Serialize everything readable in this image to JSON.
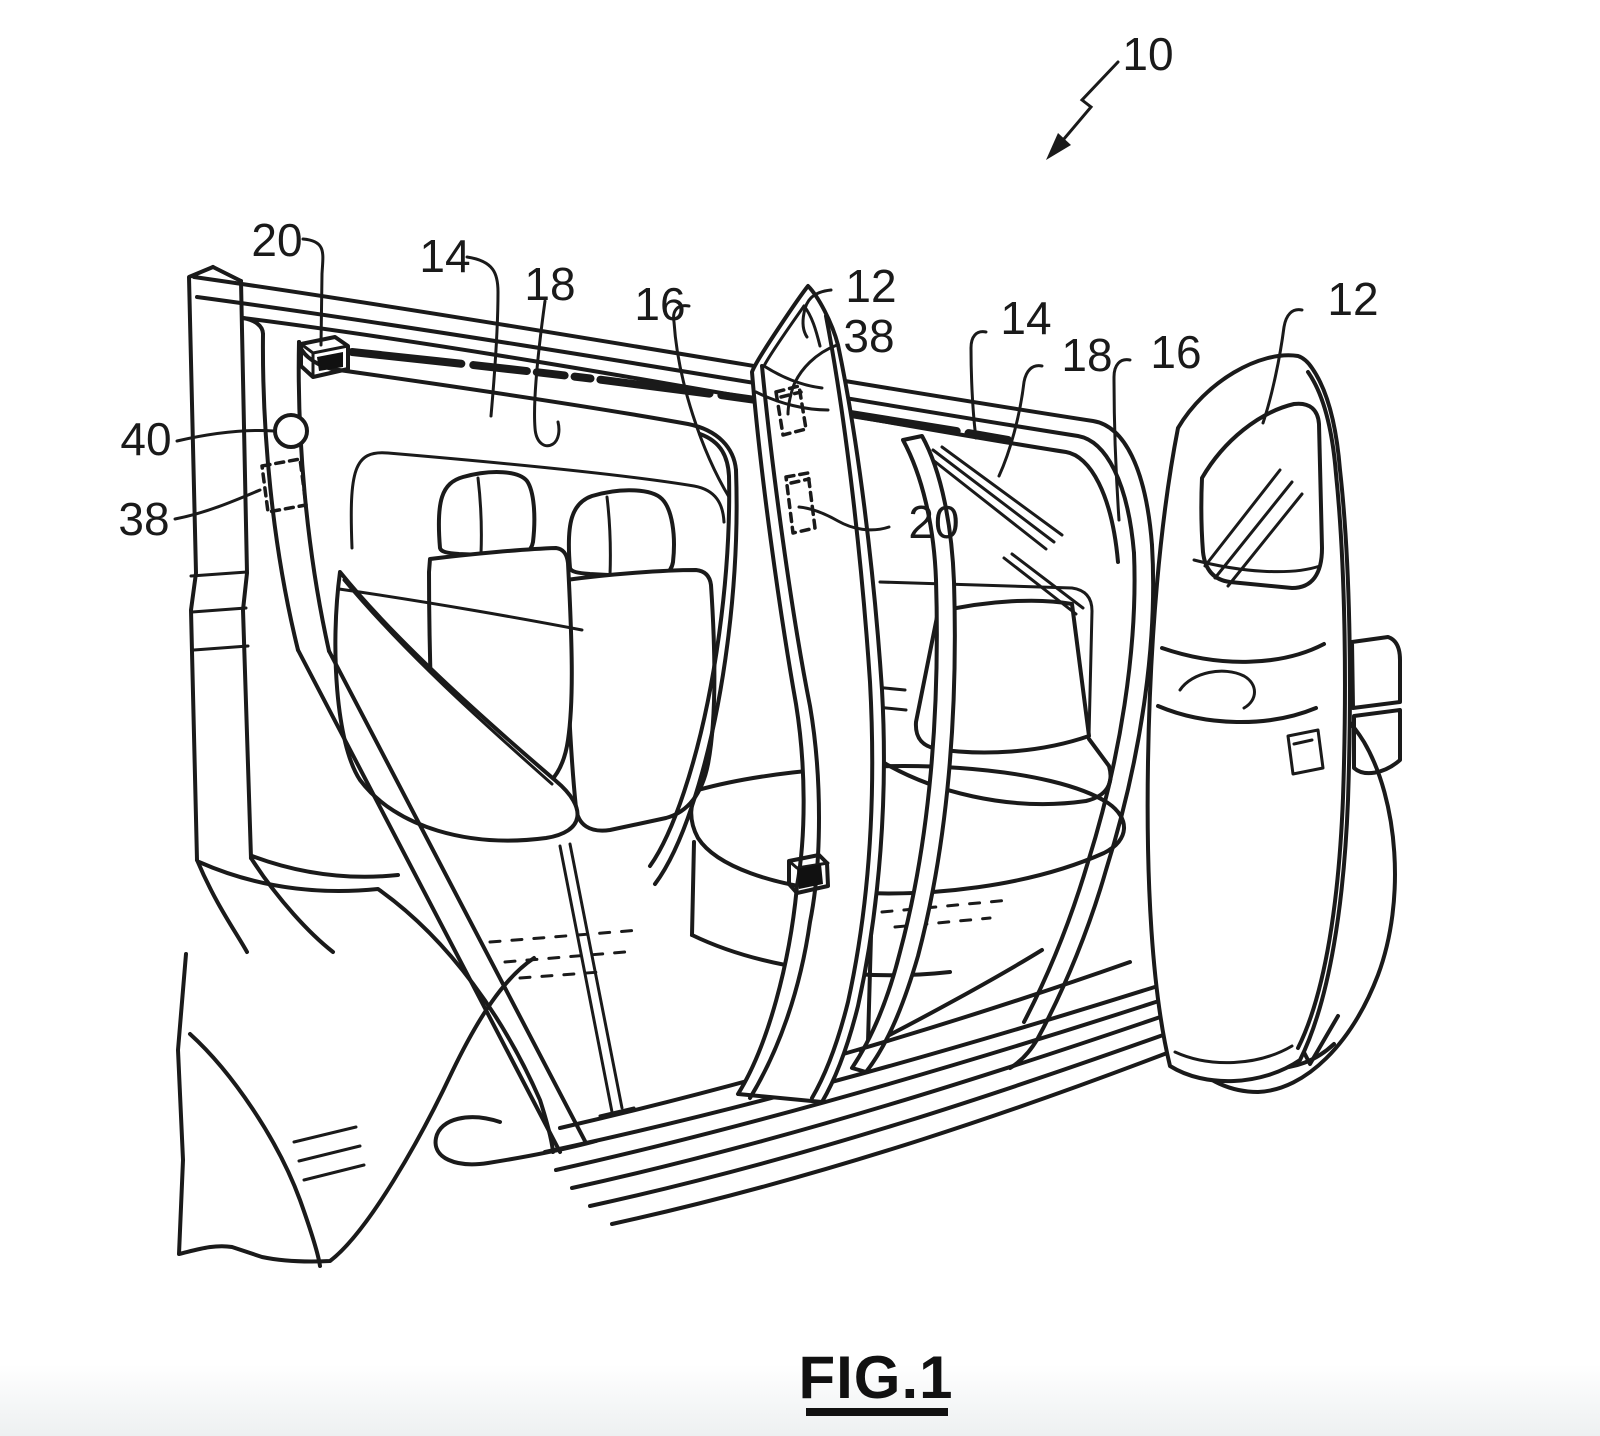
{
  "figure": {
    "caption": "FIG.1",
    "vehicle_reference": "10"
  },
  "callouts": {
    "upper_left": [
      "20",
      "14",
      "18",
      "16"
    ],
    "center": [
      "12",
      "38",
      "20"
    ],
    "left": [
      "40",
      "38"
    ],
    "right": [
      "14",
      "18",
      "16",
      "12"
    ]
  },
  "style": {
    "ink_color": "#1a1a1a",
    "background_color": "#ffffff"
  }
}
